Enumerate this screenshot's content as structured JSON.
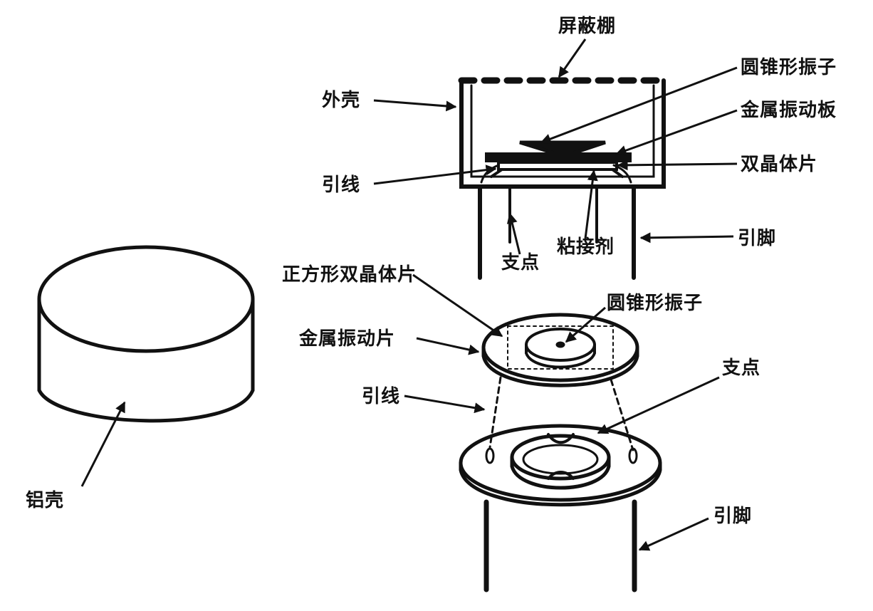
{
  "labels": {
    "shield": "屏蔽棚",
    "shell": "外壳",
    "cone_top": "圆锥形振子",
    "metal_plate": "金属振动板",
    "bimorph_top": "双晶体片",
    "lead_top": "引线",
    "adhesive": "粘接剂",
    "pin_top": "引脚",
    "fulcrum_top": "支点",
    "square_bimorph": "正方形双晶体片",
    "cone_bottom": "圆锥形振子",
    "metal_sheet": "金属振动片",
    "fulcrum_bottom": "支点",
    "lead_bottom": "引线",
    "aluminum_shell": "铝壳",
    "pin_bottom": "引脚"
  },
  "colors": {
    "ink": "#111111",
    "background": "#ffffff"
  }
}
